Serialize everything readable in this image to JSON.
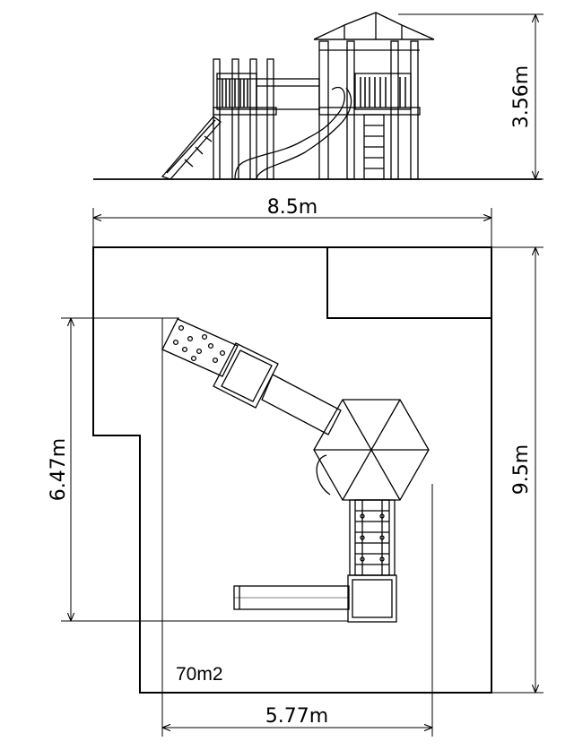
{
  "dimensions": {
    "height_label": "3.56m",
    "width_total_label": "8.5m",
    "depth_total_label": "9.5m",
    "inner_depth_label": "6.47m",
    "inner_width_label": "5.77m"
  },
  "area_label": "70m2"
}
